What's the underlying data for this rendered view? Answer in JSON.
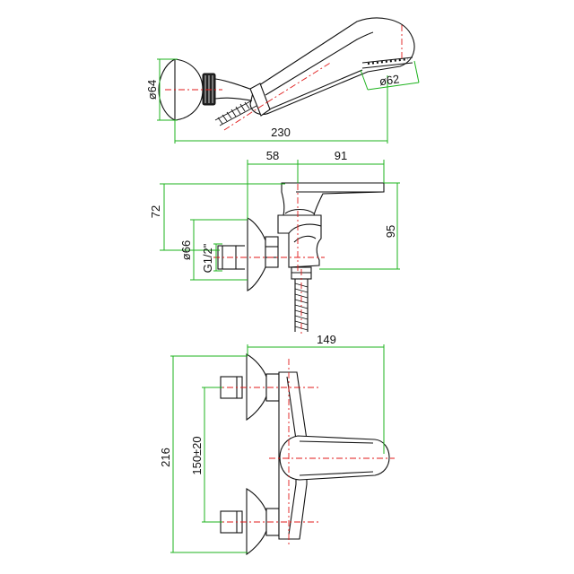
{
  "labels": {
    "hand_shower_dia": "ø64",
    "spray_face_dia": "ø62",
    "hand_shower_length": "230",
    "offset_back": "58",
    "offset_front": "91",
    "height_top": "72",
    "flange_dia": "ø66",
    "connection_thread": "G1/2\"",
    "height_total": "95",
    "depth_total": "149",
    "width_total": "216",
    "inlet_spacing": "150±20"
  },
  "colors": {
    "dimension_lines": "#1db31d",
    "center_lines": "#e01a1a",
    "outline": "#111111"
  }
}
